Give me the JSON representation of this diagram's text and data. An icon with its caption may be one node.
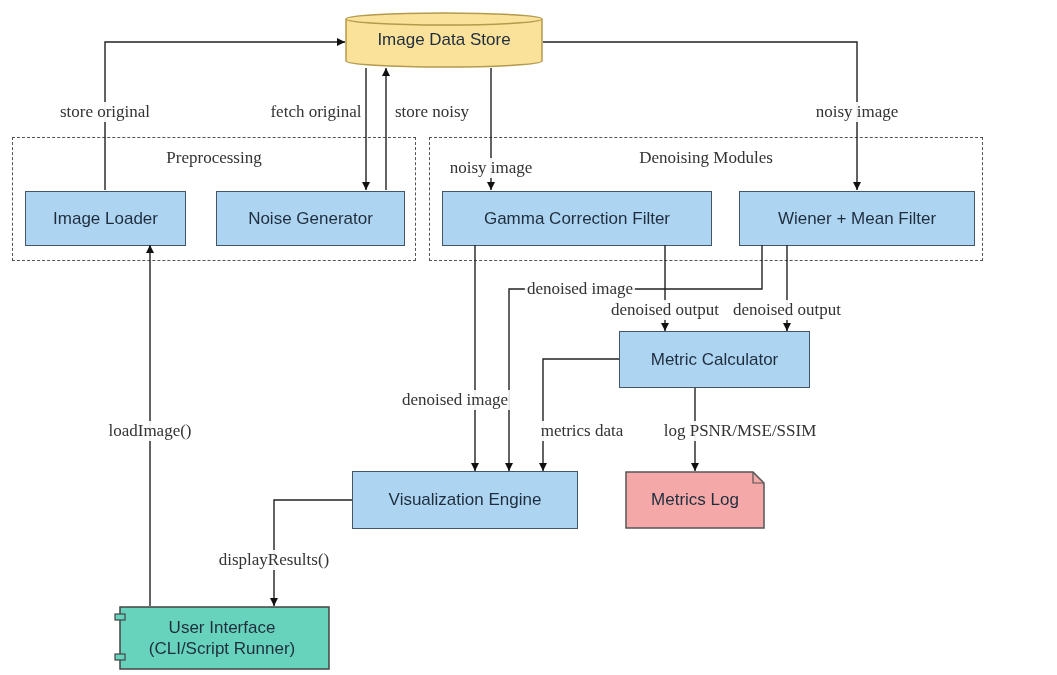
{
  "diagram": {
    "nodes": [
      {
        "text": [
          "Preprocessing"
        ]
      },
      {
        "text": [
          "Image Loader"
        ],
        "in": 0
      },
      {
        "text": [
          "Noise Generator"
        ],
        "in": 0
      },
      {
        "text": [
          "Denoising Modules"
        ]
      },
      {
        "text": [
          "Gamma Correction Filter"
        ],
        "in": 3
      },
      {
        "text": [
          "Wiener + Mean Filter"
        ],
        "in": 3
      },
      {
        "text": [
          "Image Data Store"
        ]
      },
      {
        "text": [
          "Metric Calculator"
        ]
      },
      {
        "text": [
          "Visualization Engine"
        ]
      },
      {
        "text": [
          "Metrics Log"
        ]
      },
      {
        "text": [
          "User Interface (CLI/Script Runner)"
        ]
      }
    ],
    "edges": [
      {
        "from": 1,
        "to": 6,
        "arrow": "to",
        "label": "store original"
      },
      {
        "from": 6,
        "to": 2,
        "arrow": "to",
        "label": "fetch original"
      },
      {
        "from": 2,
        "to": 6,
        "arrow": "to",
        "label": "store noisy"
      },
      {
        "from": 6,
        "to": 4,
        "arrow": "to",
        "label": "noisy image"
      },
      {
        "from": 6,
        "to": 5,
        "arrow": "to",
        "label": "noisy image"
      },
      {
        "from": 4,
        "to": 7,
        "arrow": "to",
        "label": "denoised output"
      },
      {
        "from": 5,
        "to": 7,
        "arrow": "to",
        "label": "denoised output"
      },
      {
        "from": 4,
        "to": 8,
        "arrow": "to",
        "label": "denoised image"
      },
      {
        "from": 5,
        "to": 8,
        "arrow": "to",
        "label": "denoised image"
      },
      {
        "from": 7,
        "to": 8,
        "arrow": "to",
        "label": "metrics data"
      },
      {
        "from": 7,
        "to": 9,
        "arrow": "to",
        "label": "log PSNR/MSE/SSIM"
      },
      {
        "from": 8,
        "to": 10,
        "arrow": "to",
        "label": "displayResults()"
      },
      {
        "from": 10,
        "to": 1,
        "arrow": "to",
        "label": "loadImage()"
      }
    ]
  }
}
